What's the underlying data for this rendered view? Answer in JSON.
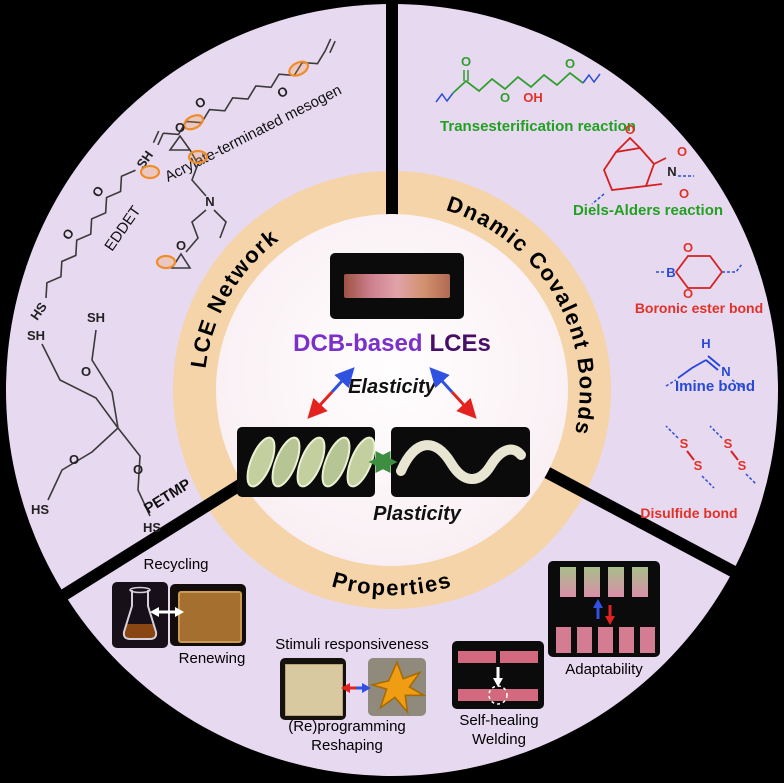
{
  "center": {
    "title_prefix": "DCB-based",
    "title_suffix": "LCEs",
    "elasticity": "Elasticity",
    "plasticity": "Plasticity"
  },
  "ring": {
    "left": "LCE Network",
    "right": "Dnamic Covalent Bonds",
    "bottom": "Properties"
  },
  "lce": {
    "mesogen_label": "Acrylate-terminated mesogen",
    "eddet_label": "EDDET",
    "petmp_label": "PETMP",
    "thiols": [
      "HS",
      "SH",
      "SH",
      "SH",
      "HS",
      "HS"
    ],
    "atoms": {
      "o": "O",
      "n": "N"
    }
  },
  "dcb": {
    "labels": {
      "transesterification": "Transesterification reaction",
      "diels_alder": "Diels-Alders reaction",
      "boronic": "Boronic ester bond",
      "imine": "Imine bond",
      "disulfide": "Disulfide bond"
    },
    "atoms": {
      "o": "O",
      "oh": "OH",
      "n": "N",
      "b": "B",
      "h": "H",
      "s": "S"
    }
  },
  "properties": {
    "recycling": "Recycling",
    "renewing": "Renewing",
    "stimuli": "Stimuli responsiveness",
    "reprogramming": "(Re)programming",
    "reshaping": "Reshaping",
    "self_healing": "Self-healing",
    "welding": "Welding",
    "adaptability": "Adaptability"
  },
  "colors": {
    "sector_fill": "#e7d9f0",
    "ring_fill": "#f4d4a8",
    "title_prefix": "#7b30c9",
    "title_suffix": "#470e66",
    "green_label": "#22a022",
    "red_label": "#e03228",
    "blue_label": "#2749d6",
    "arrow_green": "#3e8e41",
    "arrow_blue": "#3052e0",
    "arrow_red": "#e42320",
    "highlight_orange": "#ef8d2a"
  }
}
